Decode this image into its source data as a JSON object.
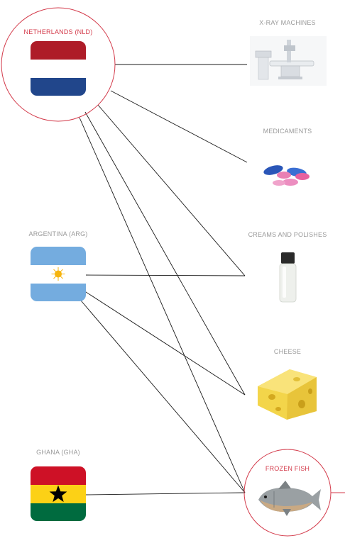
{
  "countries": [
    {
      "id": "nld",
      "label": "NETHERLANDS (NLD)",
      "flag": "netherlands-flag"
    },
    {
      "id": "arg",
      "label": "ARGENTINA (ARG)",
      "flag": "argentina-flag"
    },
    {
      "id": "gha",
      "label": "GHANA (GHA)",
      "flag": "ghana-flag"
    }
  ],
  "products": [
    {
      "id": "xray",
      "label": "X-RAY MACHINES",
      "icon": "xray-machine-icon"
    },
    {
      "id": "meds",
      "label": "MEDICAMENTS",
      "icon": "pills-icon"
    },
    {
      "id": "creams",
      "label": "CREAMS AND POLISHES",
      "icon": "bottle-icon"
    },
    {
      "id": "cheese",
      "label": "CHEESE",
      "icon": "cheese-icon"
    },
    {
      "id": "fish",
      "label": "FROZEN FISH",
      "icon": "fish-icon"
    }
  ],
  "connections": [
    [
      "nld",
      "xray"
    ],
    [
      "nld",
      "meds"
    ],
    [
      "nld",
      "creams"
    ],
    [
      "nld",
      "cheese"
    ],
    [
      "nld",
      "fish"
    ],
    [
      "arg",
      "creams"
    ],
    [
      "arg",
      "cheese"
    ],
    [
      "arg",
      "fish"
    ],
    [
      "gha",
      "fish"
    ]
  ],
  "highlighted": [
    "nld",
    "fish"
  ],
  "colors": {
    "highlight": "#d33a4a",
    "line": "#1a1a1a",
    "label": "#9a9a9a",
    "nld_red": "#ae1c28",
    "nld_blue": "#21468b",
    "arg_blue": "#74acdf",
    "arg_sun": "#f6b40e",
    "gha_red": "#ce1126",
    "gha_yellow": "#fcd116",
    "gha_green": "#006b3f"
  }
}
